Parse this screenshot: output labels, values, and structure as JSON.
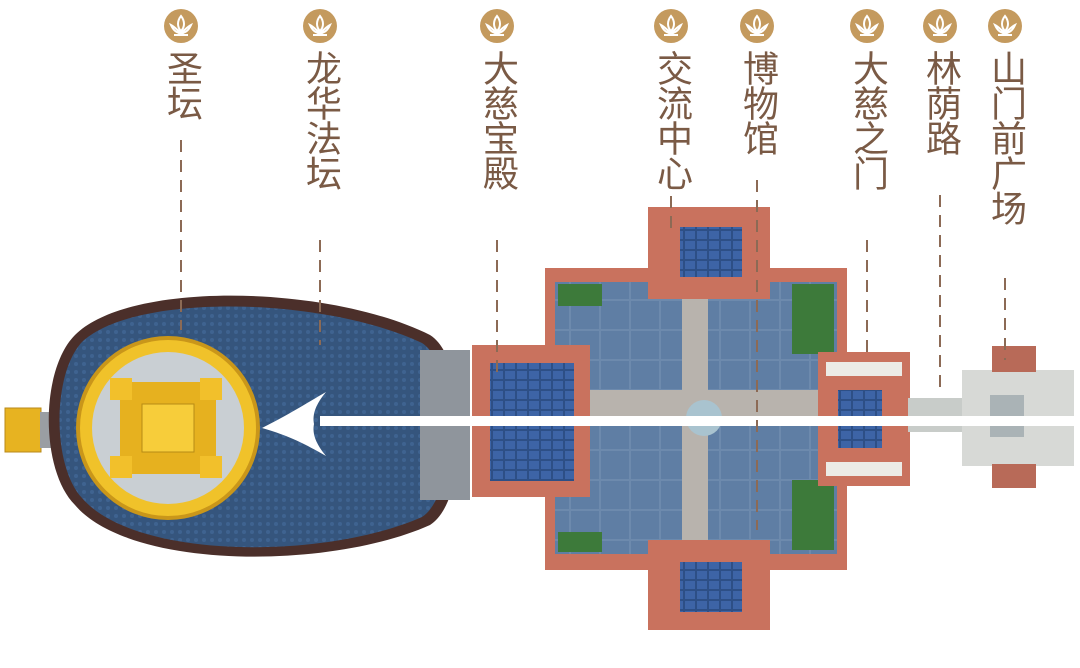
{
  "labels": [
    {
      "id": "shengtan",
      "text": "圣坛"
    },
    {
      "id": "longhua",
      "text": "龙华法坛"
    },
    {
      "id": "dacibaodian",
      "text": "大慈宝殿"
    },
    {
      "id": "jiaoliu",
      "text": "交流中心"
    },
    {
      "id": "bowuguan",
      "text": "博物馆"
    },
    {
      "id": "dacizhimen",
      "text": "大慈之门"
    },
    {
      "id": "linyinlu",
      "text": "林荫路"
    },
    {
      "id": "shanmen",
      "text": "山门前广场"
    }
  ],
  "colors": {
    "label_text": "#7a5a45",
    "lotus_badge": "#c49a5e",
    "leader_line": "#8c6a55",
    "roof_terracotta": "#c9725e",
    "plaza_blue": "#5b7fa8",
    "dome_blue": "#2f4d73",
    "gold": "#e9b81f",
    "arrow": "#ffffff"
  },
  "icons": {
    "badge": "lotus-icon",
    "arrow": "arrow-left-icon"
  }
}
